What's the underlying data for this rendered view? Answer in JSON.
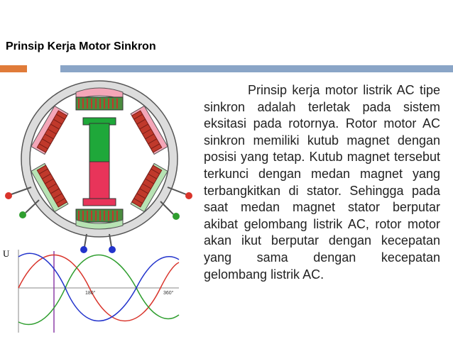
{
  "slide": {
    "title": "Prinsip Kerja Motor Sinkron",
    "body": "Prinsip kerja motor listrik AC tipe sinkron adalah terletak pada sistem eksitasi pada rotornya. Rotor motor AC sinkron memiliki kutub magnet dengan posisi yang tetap. Kutub magnet tersebut terkunci dengan medan magnet yang terbangkitkan di stator. Sehingga pada saat medan magnet stator berputar akibat gelombang listrik AC, rotor motor akan ikut berputar dengan kecepatan yang sama dengan kecepatan gelombang listrik AC."
  },
  "figure": {
    "wave_axis_label": "U",
    "tick_labels": [
      "180°",
      "360°"
    ]
  },
  "colors": {
    "accent_bar": "#e07b39",
    "title_bar": "#8aa5c7",
    "stator_ring": "#d9d9d9",
    "rotor_green": "#1fa83a",
    "rotor_red": "#e8345a",
    "wave_red": "#d9342b",
    "wave_green": "#2f9e2f",
    "wave_blue": "#2233cc"
  }
}
